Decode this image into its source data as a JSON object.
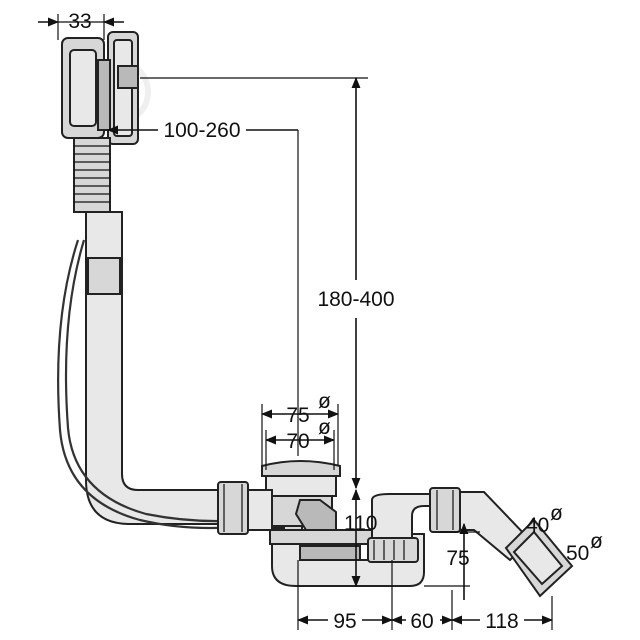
{
  "dimensions": {
    "d33": "33",
    "d100_260": "100-260",
    "d180_400": "180-400",
    "d75dia": "75",
    "d70dia": "70",
    "d110": "110",
    "d75": "75",
    "d40dia": "40",
    "d50dia": "50",
    "d95": "95",
    "d60": "60",
    "d118": "118",
    "dia_symbol": "ø"
  }
}
